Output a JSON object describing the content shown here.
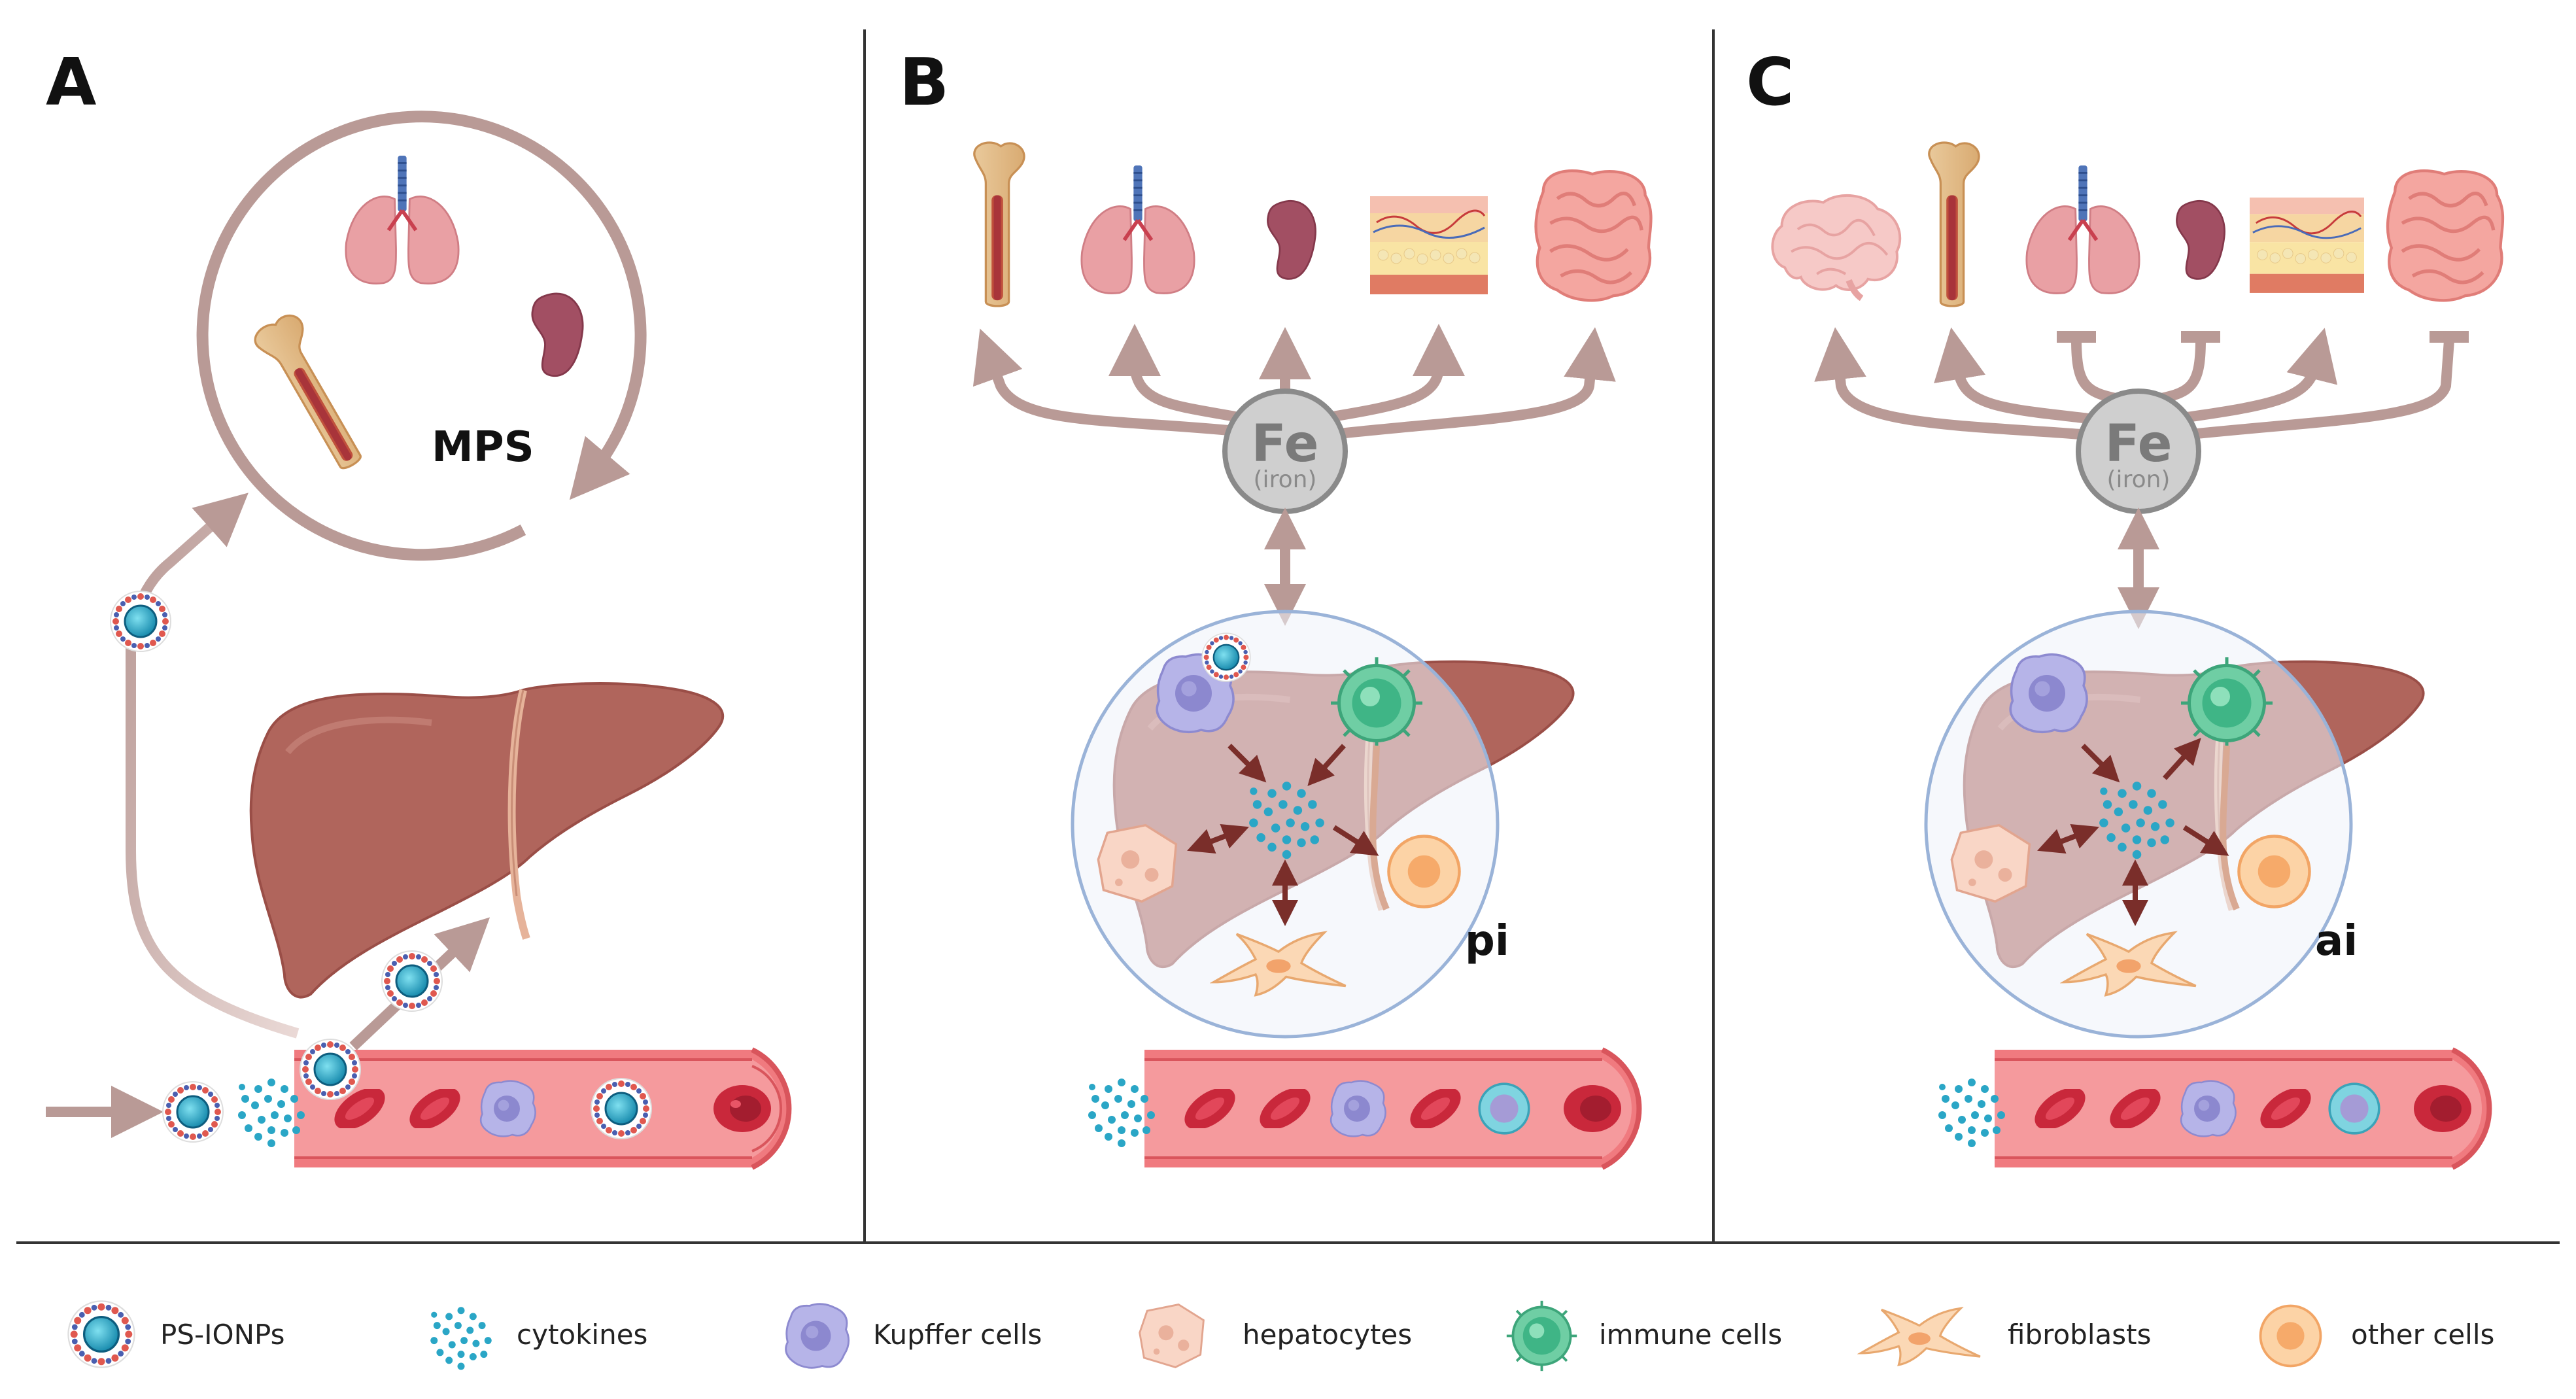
{
  "panels": {
    "a": {
      "letter": "A",
      "circle_label": "MPS"
    },
    "b": {
      "letter": "B",
      "label": "pi",
      "fe_symbol": "Fe",
      "fe_name": "(iron)"
    },
    "c": {
      "letter": "C",
      "label": "ai",
      "fe_symbol": "Fe",
      "fe_name": "(iron)"
    }
  },
  "legend": [
    {
      "label": "PS-IONPs",
      "icon": "nanoparticle-icon"
    },
    {
      "label": "cytokines",
      "icon": "cytokines-icon"
    },
    {
      "label": "Kupffer cells",
      "icon": "kupffer-cell-icon"
    },
    {
      "label": "hepatocytes",
      "icon": "hepatocyte-icon"
    },
    {
      "label": "immune cells",
      "icon": "immune-cell-icon"
    },
    {
      "label": "fibroblasts",
      "icon": "fibroblast-icon"
    },
    {
      "label": "other cells",
      "icon": "other-cell-icon"
    }
  ],
  "colors": {
    "arrow": "#b99a96",
    "liver": "#b0655c",
    "vessel": "#f07a7f",
    "rbc": "#cf2a3e",
    "kupffer": "#b3b3e6",
    "immune": "#5cc398",
    "hepatocyte": "#f8d3c4",
    "other": "#f7b889",
    "cytokine": "#2aa6c6"
  }
}
